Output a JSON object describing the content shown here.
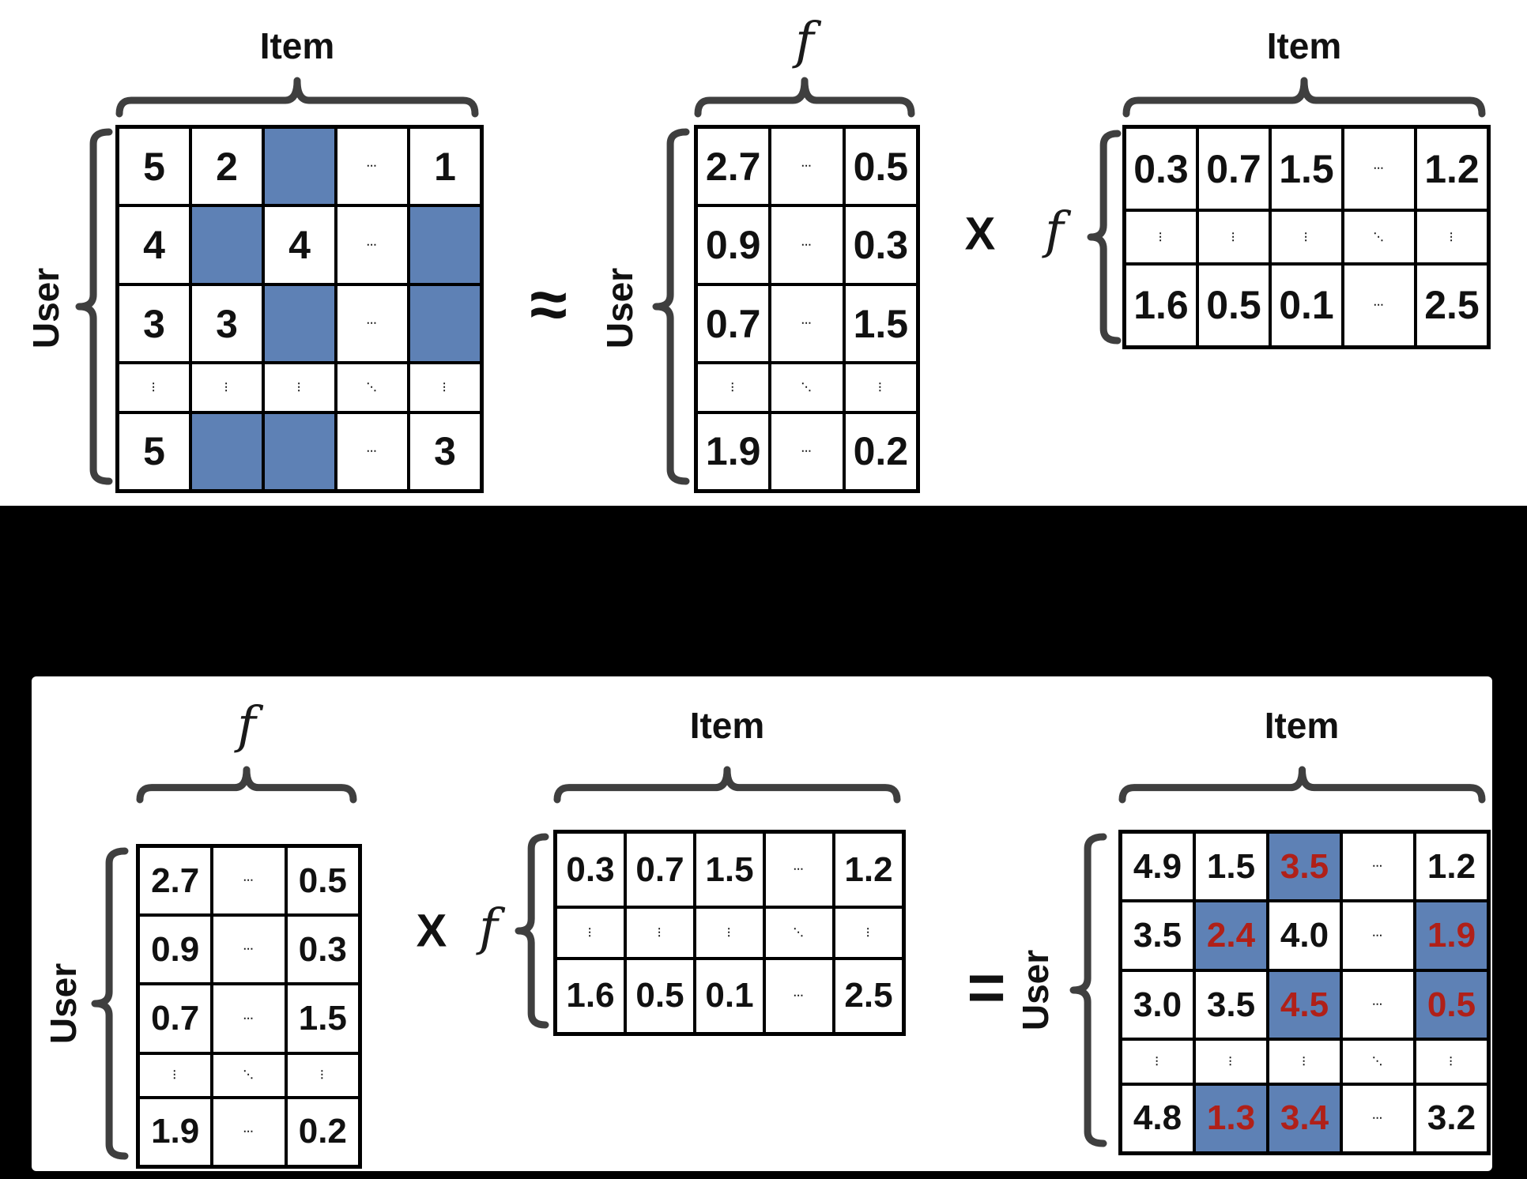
{
  "colors": {
    "highlight_blue": "#5e81b5",
    "predicted_red": "#b02018",
    "brace_gray": "#3f3f3f",
    "background": "#000000",
    "sheet_white": "#ffffff"
  },
  "labels": {
    "item": "Item",
    "user": "User",
    "factor": "f"
  },
  "symbols": {
    "approx": "≈",
    "times": "X",
    "equals": "="
  },
  "top_panel": {
    "rating_matrix": {
      "rows": [
        [
          {
            "v": "5"
          },
          {
            "v": "2"
          },
          {
            "v": "",
            "hl": true
          },
          {
            "v": "⋯"
          },
          {
            "v": "1"
          }
        ],
        [
          {
            "v": "4"
          },
          {
            "v": "",
            "hl": true
          },
          {
            "v": "4"
          },
          {
            "v": "⋯"
          },
          {
            "v": "",
            "hl": true
          }
        ],
        [
          {
            "v": "3"
          },
          {
            "v": "3"
          },
          {
            "v": "",
            "hl": true
          },
          {
            "v": "⋯"
          },
          {
            "v": "",
            "hl": true
          }
        ],
        [
          {
            "v": "⋮"
          },
          {
            "v": "⋮"
          },
          {
            "v": "⋮"
          },
          {
            "v": "⋱"
          },
          {
            "v": "⋮"
          }
        ],
        [
          {
            "v": "5"
          },
          {
            "v": "",
            "hl": true
          },
          {
            "v": "",
            "hl": true
          },
          {
            "v": "⋯"
          },
          {
            "v": "3"
          }
        ]
      ]
    },
    "user_factor_matrix": {
      "rows": [
        [
          {
            "v": "2.7"
          },
          {
            "v": "⋯"
          },
          {
            "v": "0.5"
          }
        ],
        [
          {
            "v": "0.9"
          },
          {
            "v": "⋯"
          },
          {
            "v": "0.3"
          }
        ],
        [
          {
            "v": "0.7"
          },
          {
            "v": "⋯"
          },
          {
            "v": "1.5"
          }
        ],
        [
          {
            "v": "⋮"
          },
          {
            "v": "⋱"
          },
          {
            "v": "⋮"
          }
        ],
        [
          {
            "v": "1.9"
          },
          {
            "v": "⋯"
          },
          {
            "v": "0.2"
          }
        ]
      ]
    },
    "item_factor_matrix": {
      "rows": [
        [
          {
            "v": "0.3"
          },
          {
            "v": "0.7"
          },
          {
            "v": "1.5"
          },
          {
            "v": "⋯"
          },
          {
            "v": "1.2"
          }
        ],
        [
          {
            "v": "⋮"
          },
          {
            "v": "⋮"
          },
          {
            "v": "⋮"
          },
          {
            "v": "⋱"
          },
          {
            "v": "⋮"
          }
        ],
        [
          {
            "v": "1.6"
          },
          {
            "v": "0.5"
          },
          {
            "v": "0.1"
          },
          {
            "v": "⋯"
          },
          {
            "v": "2.5"
          }
        ]
      ]
    }
  },
  "bottom_panel": {
    "user_factor_matrix": {
      "rows": [
        [
          {
            "v": "2.7"
          },
          {
            "v": "⋯"
          },
          {
            "v": "0.5"
          }
        ],
        [
          {
            "v": "0.9"
          },
          {
            "v": "⋯"
          },
          {
            "v": "0.3"
          }
        ],
        [
          {
            "v": "0.7"
          },
          {
            "v": "⋯"
          },
          {
            "v": "1.5"
          }
        ],
        [
          {
            "v": "⋮"
          },
          {
            "v": "⋱"
          },
          {
            "v": "⋮"
          }
        ],
        [
          {
            "v": "1.9"
          },
          {
            "v": "⋯"
          },
          {
            "v": "0.2"
          }
        ]
      ]
    },
    "item_factor_matrix": {
      "rows": [
        [
          {
            "v": "0.3"
          },
          {
            "v": "0.7"
          },
          {
            "v": "1.5"
          },
          {
            "v": "⋯"
          },
          {
            "v": "1.2"
          }
        ],
        [
          {
            "v": "⋮"
          },
          {
            "v": "⋮"
          },
          {
            "v": "⋮"
          },
          {
            "v": "⋱"
          },
          {
            "v": "⋮"
          }
        ],
        [
          {
            "v": "1.6"
          },
          {
            "v": "0.5"
          },
          {
            "v": "0.1"
          },
          {
            "v": "⋯"
          },
          {
            "v": "2.5"
          }
        ]
      ]
    },
    "predicted_matrix": {
      "rows": [
        [
          {
            "v": "4.9"
          },
          {
            "v": "1.5"
          },
          {
            "v": "3.5",
            "hl": true,
            "red": true
          },
          {
            "v": "⋯"
          },
          {
            "v": "1.2"
          }
        ],
        [
          {
            "v": "3.5"
          },
          {
            "v": "2.4",
            "hl": true,
            "red": true
          },
          {
            "v": "4.0"
          },
          {
            "v": "⋯"
          },
          {
            "v": "1.9",
            "hl": true,
            "red": true
          }
        ],
        [
          {
            "v": "3.0"
          },
          {
            "v": "3.5"
          },
          {
            "v": "4.5",
            "hl": true,
            "red": true
          },
          {
            "v": "⋯"
          },
          {
            "v": "0.5",
            "hl": true,
            "red": true
          }
        ],
        [
          {
            "v": "⋮"
          },
          {
            "v": "⋮"
          },
          {
            "v": "⋮"
          },
          {
            "v": "⋱"
          },
          {
            "v": "⋮"
          }
        ],
        [
          {
            "v": "4.8"
          },
          {
            "v": "1.3",
            "hl": true,
            "red": true
          },
          {
            "v": "3.4",
            "hl": true,
            "red": true
          },
          {
            "v": "⋯"
          },
          {
            "v": "3.2"
          }
        ]
      ]
    }
  }
}
